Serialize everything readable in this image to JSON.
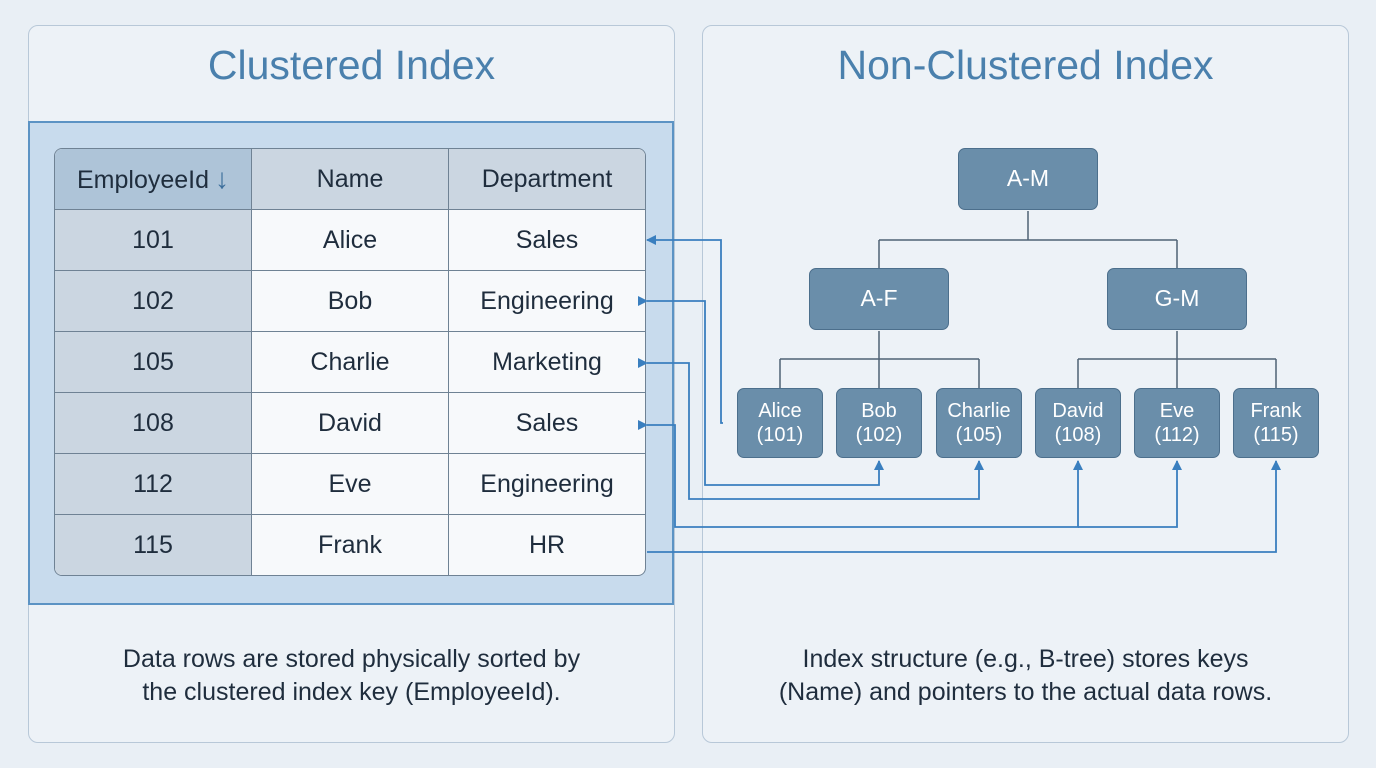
{
  "clustered": {
    "title": "Clustered Index",
    "columns": {
      "key": "EmployeeId",
      "sort_icon": "↓",
      "name": "Name",
      "dept": "Department"
    },
    "rows": [
      {
        "id": "101",
        "name": "Alice",
        "dept": "Sales"
      },
      {
        "id": "102",
        "name": "Bob",
        "dept": "Engineering"
      },
      {
        "id": "105",
        "name": "Charlie",
        "dept": "Marketing"
      },
      {
        "id": "108",
        "name": "David",
        "dept": "Sales"
      },
      {
        "id": "112",
        "name": "Eve",
        "dept": "Engineering"
      },
      {
        "id": "115",
        "name": "Frank",
        "dept": "HR"
      }
    ],
    "caption_line1": "Data rows are stored physically sorted by",
    "caption_line2": "the clustered index key (EmployeeId)."
  },
  "nonclustered": {
    "title": "Non-Clustered Index",
    "root": "A-M",
    "branches": [
      "A-F",
      "G-M"
    ],
    "leaves": [
      {
        "key": "Alice",
        "ptr": "(101)"
      },
      {
        "key": "Bob",
        "ptr": "(102)"
      },
      {
        "key": "Charlie",
        "ptr": "(105)"
      },
      {
        "key": "David",
        "ptr": "(108)"
      },
      {
        "key": "Eve",
        "ptr": "(112)"
      },
      {
        "key": "Frank",
        "ptr": "(115)"
      }
    ],
    "caption_line1": "Index structure (e.g., B-tree) stores keys",
    "caption_line2": "(Name) and pointers to the actual data rows."
  },
  "colors": {
    "accent": "#4a80ad",
    "node_fill": "#6a8eaa",
    "pointer_line": "#3a7fbf",
    "tree_line": "#4f6275",
    "highlight_fill": "#c8dbed"
  }
}
